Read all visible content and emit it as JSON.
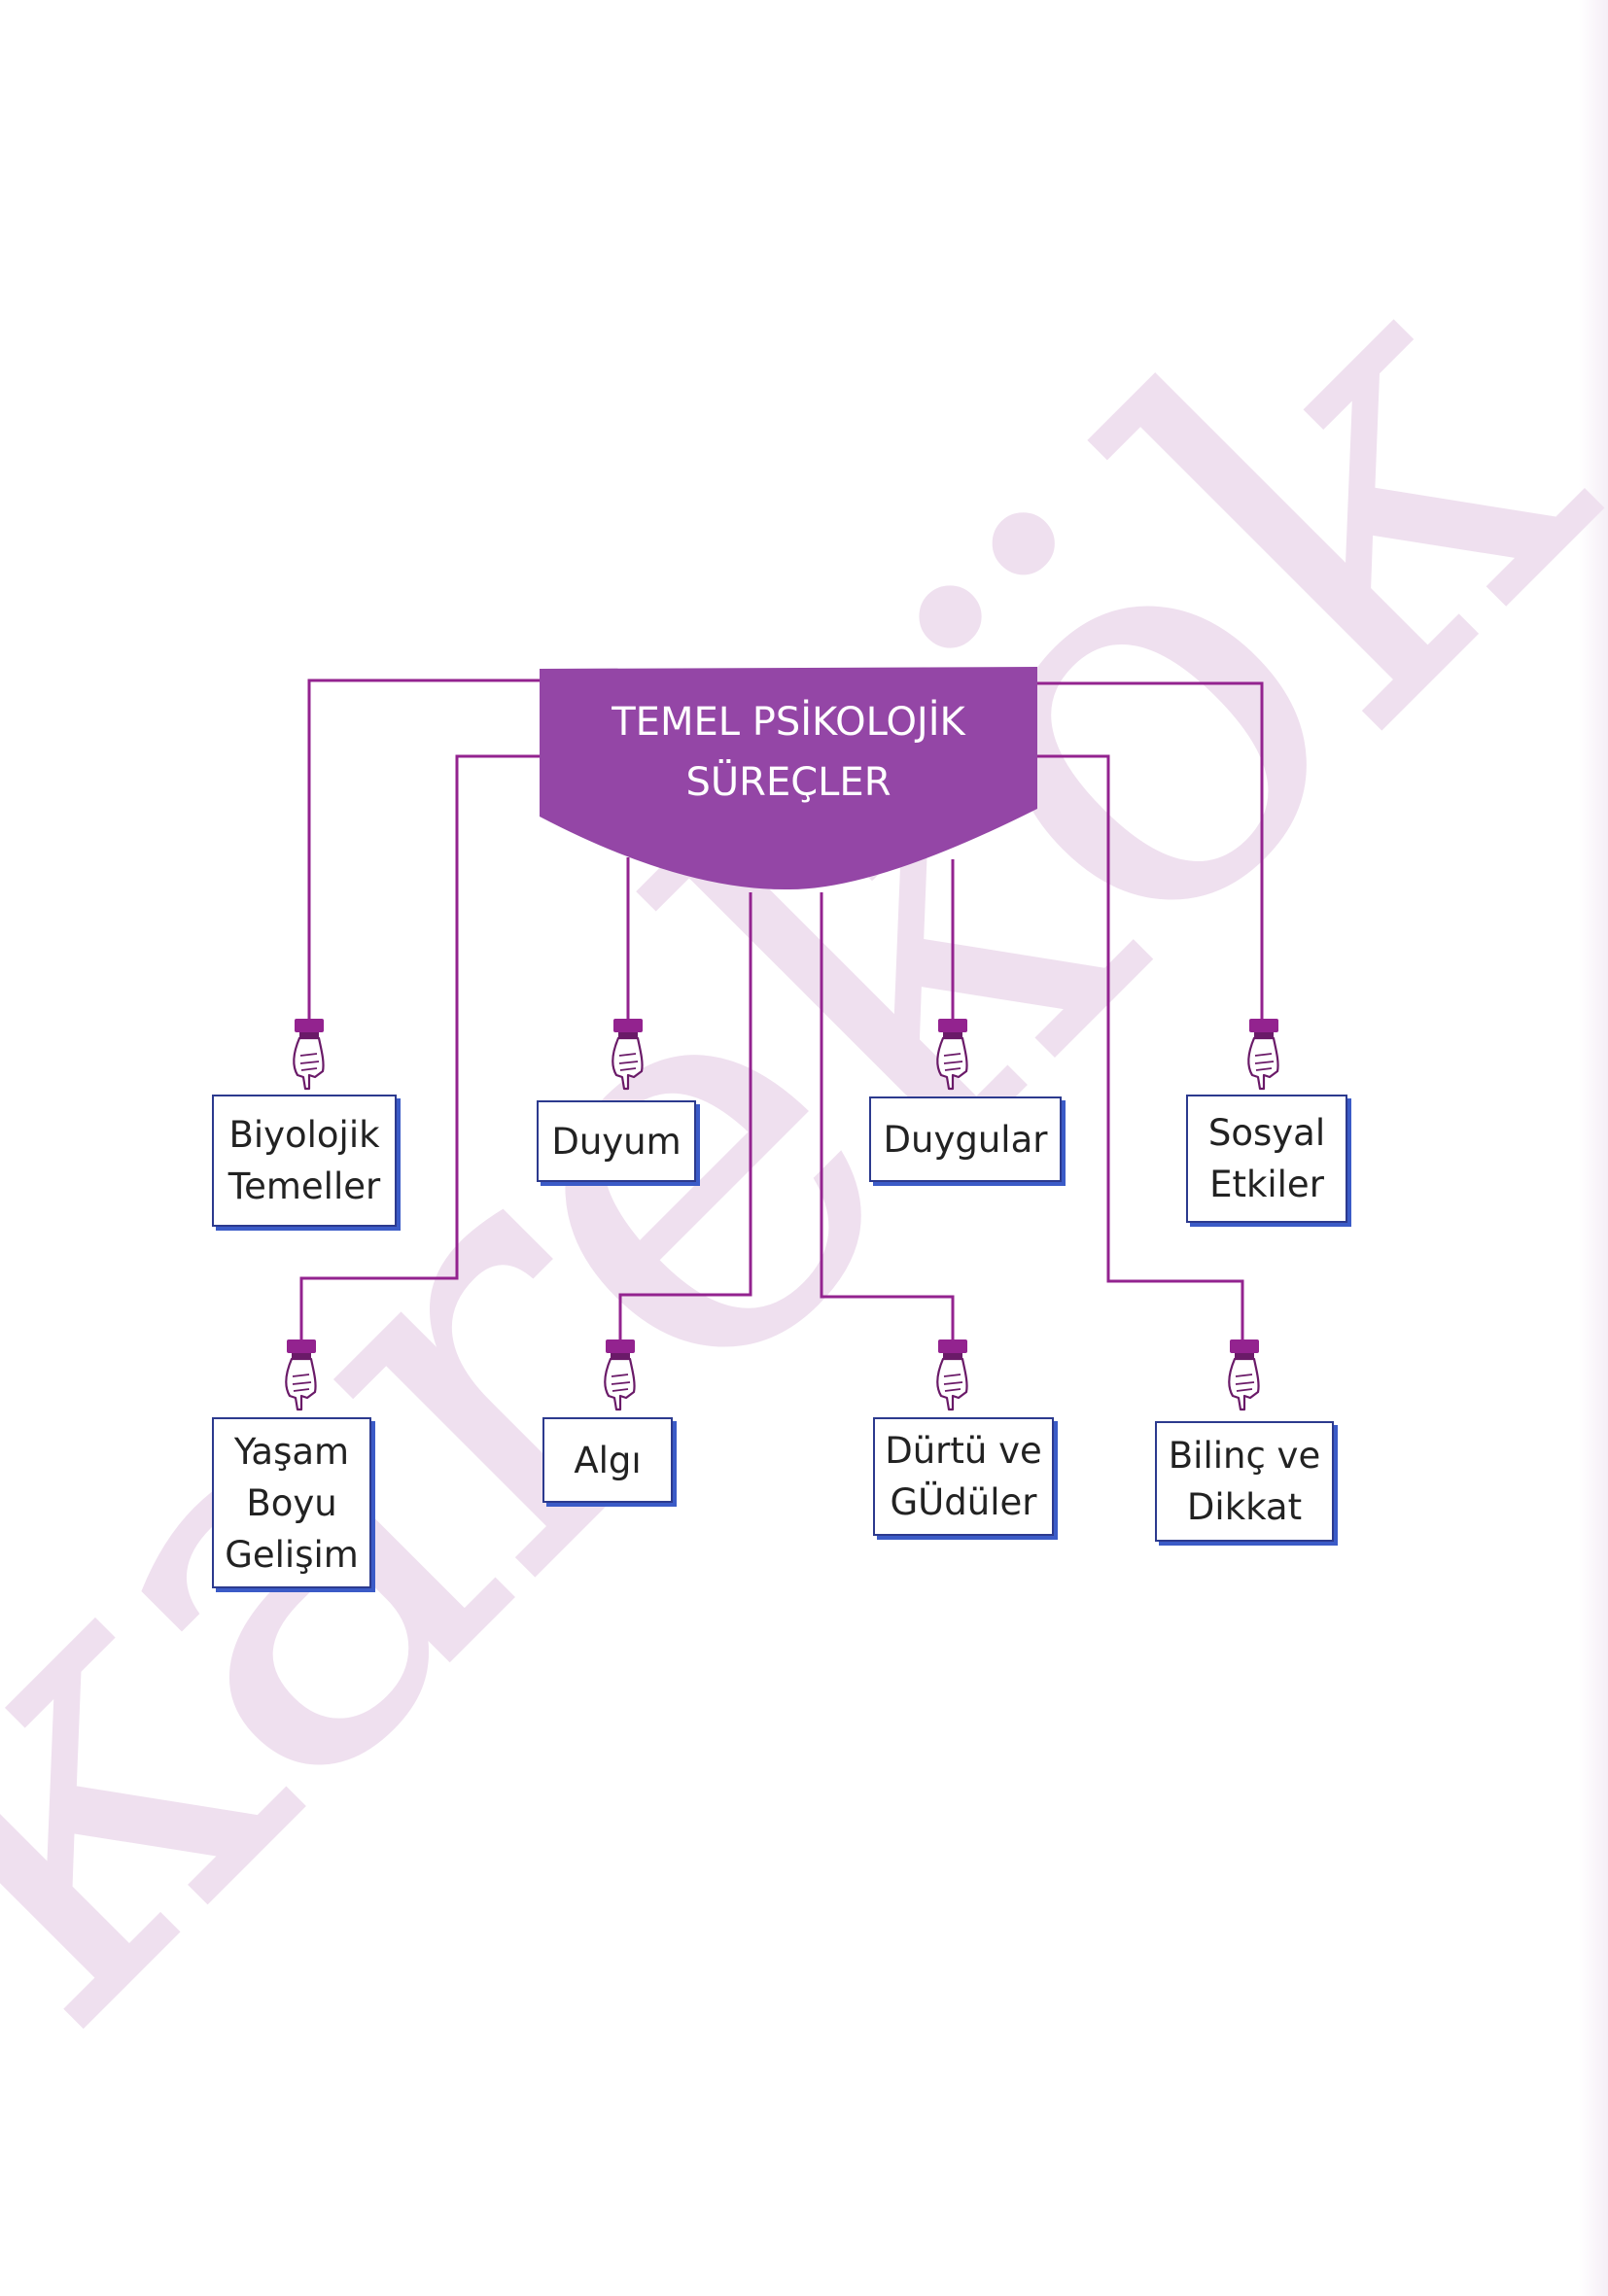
{
  "header": {
    "title": "TEMEL PSİKOLOJİK\nSÜREÇLER"
  },
  "nodes": [
    {
      "id": "biyolojik-temeller",
      "label": "Biyolojik\nTemeller"
    },
    {
      "id": "duyum",
      "label": "Duyum"
    },
    {
      "id": "duygular",
      "label": "Duygular"
    },
    {
      "id": "sosyal-etkiler",
      "label": "Sosyal\nEtkiler"
    },
    {
      "id": "yasam-boyu-gelisim",
      "label": "Yaşam\nBoyu\nGelişim"
    },
    {
      "id": "algi",
      "label": "Algı"
    },
    {
      "id": "durtu-ve-guduler",
      "label": "Dürtü ve\nGÜdüler"
    },
    {
      "id": "bilinc-ve-dikkat",
      "label": "Bilinç ve\nDikkat"
    }
  ],
  "watermark": "karekök",
  "colors": {
    "header_fill": "#9446a6",
    "connector": "#93238f",
    "node_border": "#2c3a8e",
    "node_shadow": "#3b5bc7",
    "watermark": "#efe0ef"
  },
  "icons": [
    "pointing-hand-icon"
  ]
}
